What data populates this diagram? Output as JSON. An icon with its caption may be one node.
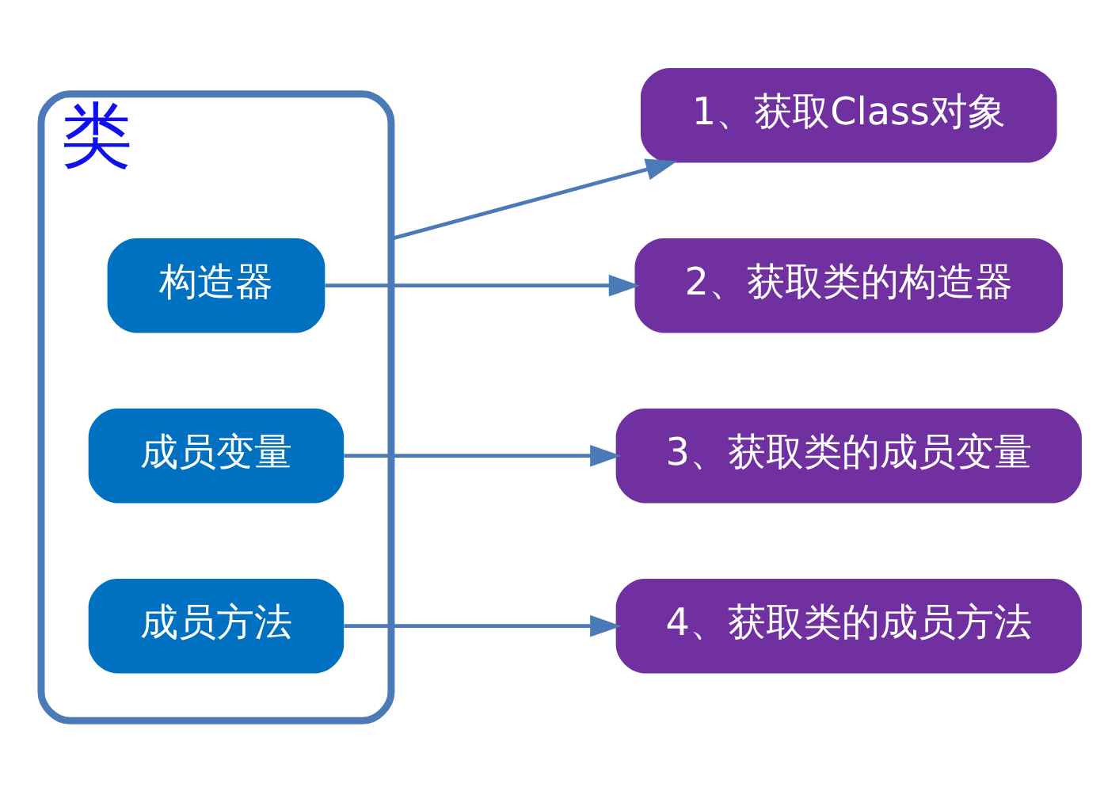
{
  "diagram": {
    "nodes": [
      {
        "text": [
          "类"
        ]
      },
      {
        "text": [
          "构造器"
        ],
        "in": 0
      },
      {
        "text": [
          "成员变量"
        ],
        "in": 0
      },
      {
        "text": [
          "成员方法"
        ],
        "in": 0
      },
      {
        "text": [
          "1、获取Class对象"
        ]
      },
      {
        "text": [
          "2、获取类的构造器"
        ]
      },
      {
        "text": [
          "3、获取类的成员变量"
        ]
      },
      {
        "text": [
          "4、获取类的成员方法"
        ]
      }
    ],
    "edges": [
      {
        "from": 0,
        "to": 4,
        "arrow": "to"
      },
      {
        "from": 1,
        "to": 5,
        "arrow": "to"
      },
      {
        "from": 2,
        "to": 6,
        "arrow": "to"
      },
      {
        "from": 3,
        "to": 7,
        "arrow": "to"
      }
    ]
  }
}
